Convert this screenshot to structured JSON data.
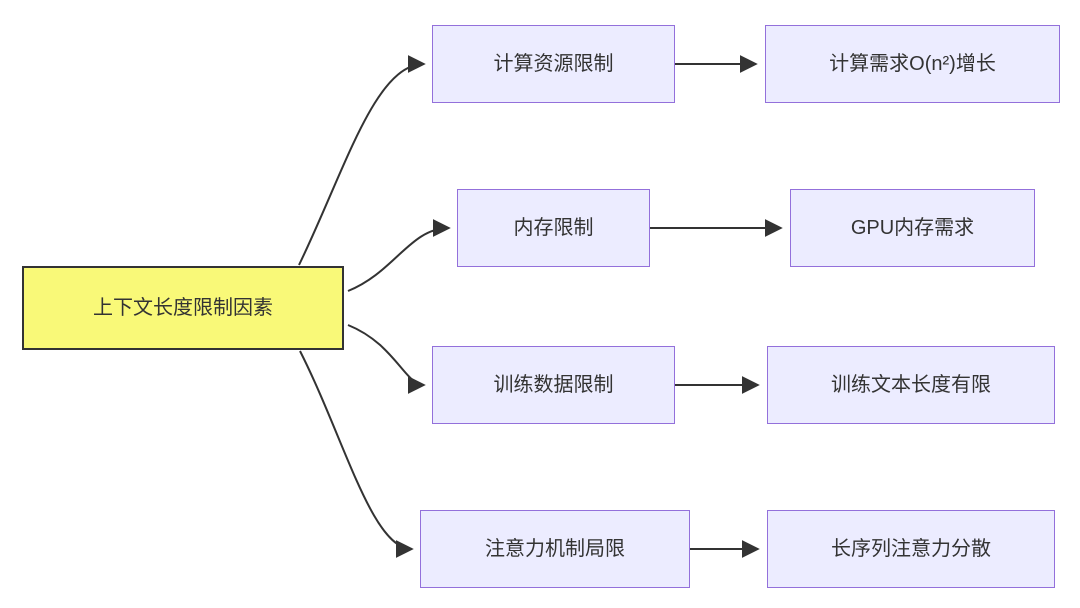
{
  "diagram": {
    "type": "flowchart",
    "root_label": "上下文长度限制因素",
    "branches": [
      {
        "factor": "计算资源限制",
        "consequence": "计算需求O(n²)增长"
      },
      {
        "factor": "内存限制",
        "consequence": "GPU内存需求"
      },
      {
        "factor": "训练数据限制",
        "consequence": "训练文本长度有限"
      },
      {
        "factor": "注意力机制局限",
        "consequence": "长序列注意力分散"
      }
    ],
    "colors": {
      "root_fill": "#f9f978",
      "root_border": "#333333",
      "node_fill": "#ececff",
      "node_border": "#9370db",
      "edge": "#333333",
      "text": "#333333",
      "background": "#ffffff"
    }
  }
}
